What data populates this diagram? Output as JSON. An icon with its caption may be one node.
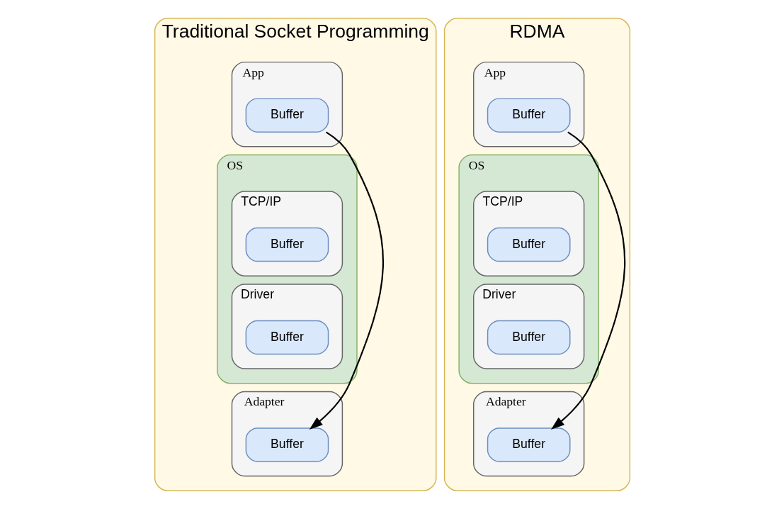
{
  "diagram": {
    "nodes": [
      {
        "text": [
          "Traditional Socket Programming"
        ]
      },
      {
        "text": [
          "App"
        ],
        "in": 0
      },
      {
        "text": [
          "Buffer"
        ],
        "in": 1
      },
      {
        "text": [
          "OS"
        ],
        "in": 0
      },
      {
        "text": [
          "TCP/IP"
        ],
        "in": 3
      },
      {
        "text": [
          "Buffer"
        ],
        "in": 4
      },
      {
        "text": [
          "Driver"
        ],
        "in": 3
      },
      {
        "text": [
          "Buffer"
        ],
        "in": 6
      },
      {
        "text": [
          "Adapter"
        ],
        "in": 0
      },
      {
        "text": [
          "Buffer"
        ],
        "in": 8
      },
      {
        "text": [
          "RDMA"
        ]
      },
      {
        "text": [
          "App"
        ],
        "in": 10
      },
      {
        "text": [
          "Buffer"
        ],
        "in": 11
      },
      {
        "text": [
          "OS"
        ],
        "in": 10
      },
      {
        "text": [
          "TCP/IP"
        ],
        "in": 13
      },
      {
        "text": [
          "Buffer"
        ],
        "in": 14
      },
      {
        "text": [
          "Driver"
        ],
        "in": 13
      },
      {
        "text": [
          "Buffer"
        ],
        "in": 16
      },
      {
        "text": [
          "Adapter"
        ],
        "in": 10
      },
      {
        "text": [
          "Buffer"
        ],
        "in": 18
      }
    ],
    "edges": [
      {
        "from": 2,
        "to": 9,
        "arrow": "to"
      },
      {
        "from": 12,
        "to": 19,
        "arrow": "to"
      }
    ]
  }
}
